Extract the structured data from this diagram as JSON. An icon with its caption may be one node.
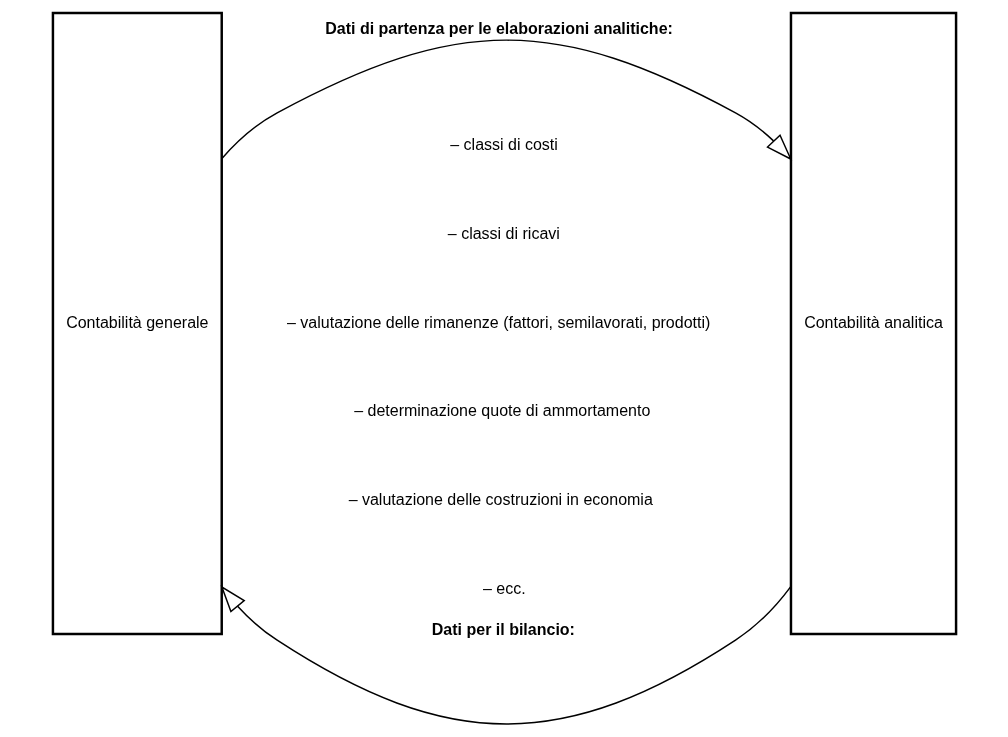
{
  "diagram": {
    "nodes": [
      {
        "text": [
          "Contabilità generale"
        ]
      },
      {
        "text": [
          "Contabilità analitica"
        ]
      }
    ],
    "edges": [
      {
        "from": 0,
        "to": 1,
        "arrow": "to",
        "label": "Dati di partenza per le elaborazioni analitiche:"
      },
      {
        "from": 1,
        "to": 0,
        "arrow": "to",
        "label": "Dati per il bilancio:"
      }
    ],
    "labels": [
      "– classi di costi",
      "– classi di ricavi",
      "– valutazione delle rimanenze (fattori, semilavorati, prodotti)",
      "– determinazione quote di ammortamento",
      "– valutazione delle costruzioni in economia",
      "– ecc."
    ]
  }
}
